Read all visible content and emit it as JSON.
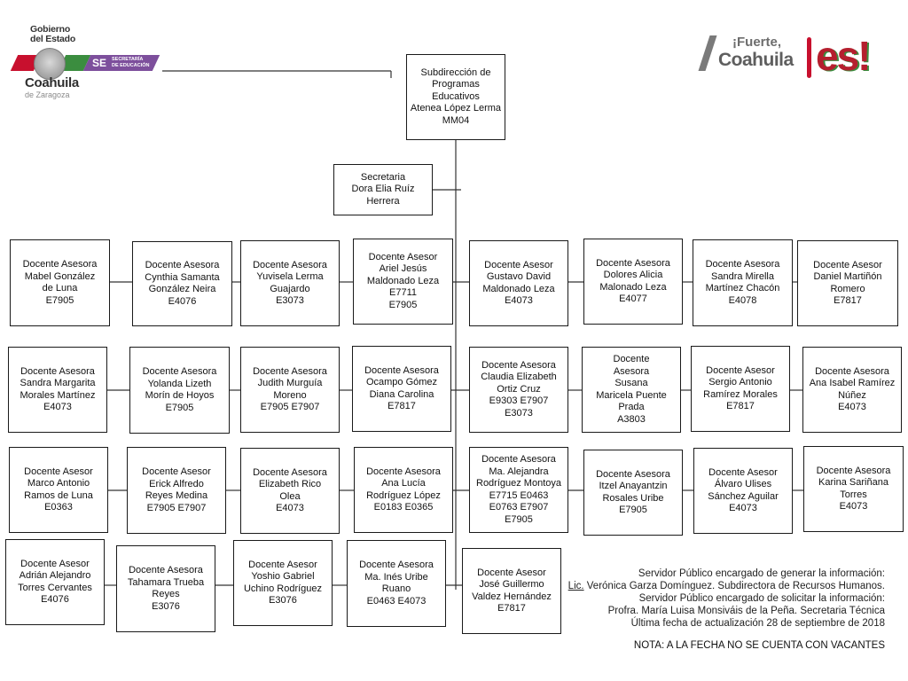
{
  "header": {
    "gov_line1": "Gobierno",
    "gov_line2": "del Estado",
    "se_badge": "SE",
    "se_text_line1": "SECRETARÍA",
    "se_text_line2": "DE EDUCACIÓN",
    "state_name": "Coahuila",
    "state_sub": "de Zaragoza",
    "slogan_line1": "¡Fuerte,",
    "slogan_line2": "Coahuila",
    "slogan_big": "es!"
  },
  "colors": {
    "box_border": "#1a1a1a",
    "gov_red": "#c8102e",
    "gov_green": "#3b8d3f",
    "se_purple": "#7d4f9c"
  },
  "director": {
    "lines": [
      "Subdirección de",
      "Programas",
      "Educativos",
      "Atenea López Lerma",
      "MM04"
    ]
  },
  "secretary": {
    "lines": [
      "Secretaria",
      "Dora Elia Ruíz",
      "Herrera"
    ]
  },
  "staff": [
    {
      "lines": [
        "Docente Asesora",
        "Mabel González",
        "de Luna",
        "E7905"
      ]
    },
    {
      "lines": [
        "Docente Asesora",
        "Cynthia Samanta",
        "González Neira",
        "E4076"
      ]
    },
    {
      "lines": [
        "Docente Asesora",
        "Yuvisela Lerma",
        "Guajardo",
        "E3073"
      ]
    },
    {
      "lines": [
        "Docente Asesor",
        "Ariel Jesús",
        "Maldonado Leza",
        "E7711",
        "E7905"
      ]
    },
    {
      "lines": [
        "Docente Asesor",
        "Gustavo David",
        "Maldonado Leza",
        "E4073"
      ]
    },
    {
      "lines": [
        "Docente Asesora",
        "Dolores Alicia",
        "Malonado Leza",
        "E4077"
      ]
    },
    {
      "lines": [
        "Docente Asesora",
        "Sandra Mirella",
        "Martínez Chacón",
        "E4078"
      ]
    },
    {
      "lines": [
        "Docente Asesor",
        "Daniel Martiñón",
        "Romero",
        "E7817"
      ]
    },
    {
      "lines": [
        "Docente Asesora",
        "Sandra Margarita",
        "Morales Martínez",
        "E4073"
      ]
    },
    {
      "lines": [
        "Docente  Asesora",
        "Yolanda Lizeth",
        "Morín de Hoyos",
        "E7905"
      ]
    },
    {
      "lines": [
        "Docente Asesora",
        "Judith Murguía",
        "Moreno",
        "E7905  E7907"
      ]
    },
    {
      "lines": [
        "Docente Asesora",
        "Ocampo Gómez",
        "Diana Carolina",
        "E7817"
      ]
    },
    {
      "lines": [
        "Docente Asesora",
        "Claudia Elizabeth",
        "Ortiz Cruz",
        "E9303  E7907",
        "E3073"
      ]
    },
    {
      "lines": [
        "Docente",
        "Asesora",
        "Susana",
        "Maricela Puente",
        "Prada",
        "A3803"
      ]
    },
    {
      "lines": [
        "Docente Asesor",
        "Sergio Antonio",
        "Ramírez Morales",
        "E7817"
      ]
    },
    {
      "lines": [
        "Docente Asesora",
        "Ana Isabel Ramírez",
        "Núñez",
        "E4073"
      ]
    },
    {
      "lines": [
        "Docente Asesor",
        "Marco Antonio",
        "Ramos de Luna",
        "E0363"
      ]
    },
    {
      "lines": [
        "Docente Asesor",
        "Erick Alfredo",
        "Reyes Medina",
        "E7905   E7907"
      ]
    },
    {
      "lines": [
        "Docente Asesora",
        "Elizabeth Rico",
        "Olea",
        "E4073"
      ]
    },
    {
      "lines": [
        "Docente Asesora",
        "Ana Lucía",
        "Rodríguez López",
        "E0183   E0365"
      ]
    },
    {
      "lines": [
        "Docente Asesora",
        "Ma. Alejandra",
        "Rodríguez Montoya",
        "E7715  E0463",
        "E0763  E7907",
        "E7905"
      ]
    },
    {
      "lines": [
        "Docente Asesora",
        "Itzel Anayantzin",
        "Rosales Uribe",
        "E7905"
      ]
    },
    {
      "lines": [
        "Docente Asesor",
        "Álvaro Ulises",
        "Sánchez Aguilar",
        "E4073"
      ]
    },
    {
      "lines": [
        "Docente Asesora",
        "Karina Sariñana",
        "Torres",
        "E4073"
      ]
    },
    {
      "lines": [
        "Docente Asesor",
        "Adrián Alejandro",
        "Torres Cervantes",
        "E4076"
      ]
    },
    {
      "lines": [
        "Docente Asesora",
        "Tahamara Trueba",
        "Reyes",
        "E3076"
      ]
    },
    {
      "lines": [
        "Docente Asesor",
        "Yoshio Gabriel",
        "Uchino Rodríguez",
        "E3076"
      ]
    },
    {
      "lines": [
        "Docente Asesora",
        "Ma. Inés Uribe",
        "Ruano",
        "E0463  E4073"
      ]
    },
    {
      "lines": [
        "Docente Asesor",
        "José Guillermo",
        "Valdez Hernández",
        "E7817"
      ]
    }
  ],
  "footer": {
    "generated_label": "Servidor Público encargado de generar la información:",
    "generated_prefix": "Lic.",
    "generated_name": " Verónica Garza Domínguez. Subdirectora de Recursos Humanos.",
    "requested_label": "Servidor Público encargado de solicitar la información:",
    "requested_name": "Profra. María Luisa Monsiváis de la Peña. Secretaria Técnica",
    "updated": "Última fecha de actualización 28 de septiembre de 2018",
    "note": "NOTA: A LA FECHA NO SE CUENTA CON VACANTES"
  }
}
